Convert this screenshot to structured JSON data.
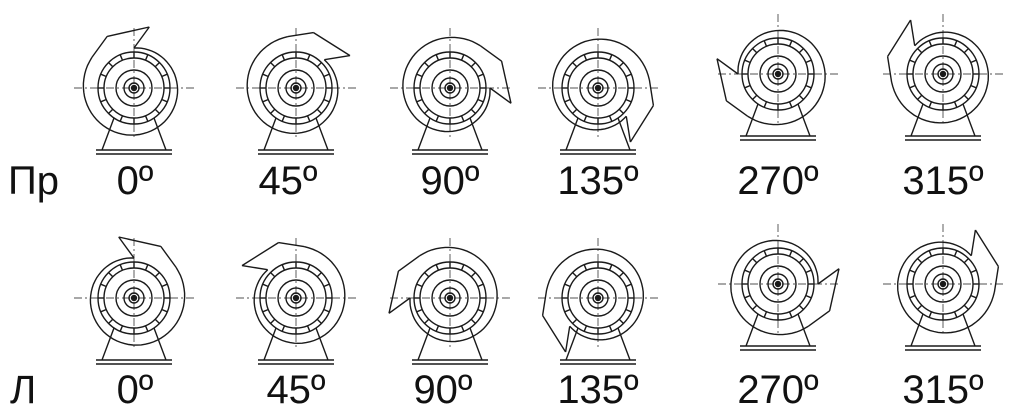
{
  "colors": {
    "line": "#1a1a1a",
    "background": "#ffffff"
  },
  "rows": [
    {
      "label": "Пр",
      "hand": "right",
      "positions": [
        {
          "label": "0º",
          "angle": 0
        },
        {
          "label": "45º",
          "angle": 45
        },
        {
          "label": "90º",
          "angle": 90
        },
        {
          "label": "135º",
          "angle": 135
        },
        {
          "label": "270º",
          "angle": 270
        },
        {
          "label": "315º",
          "angle": 315
        }
      ]
    },
    {
      "label": "Л",
      "hand": "left",
      "positions": [
        {
          "label": "0º",
          "angle": 0
        },
        {
          "label": "45º",
          "angle": 45
        },
        {
          "label": "90º",
          "angle": 90
        },
        {
          "label": "135º",
          "angle": 135
        },
        {
          "label": "270º",
          "angle": 270
        },
        {
          "label": "315º",
          "angle": 315
        }
      ]
    }
  ]
}
